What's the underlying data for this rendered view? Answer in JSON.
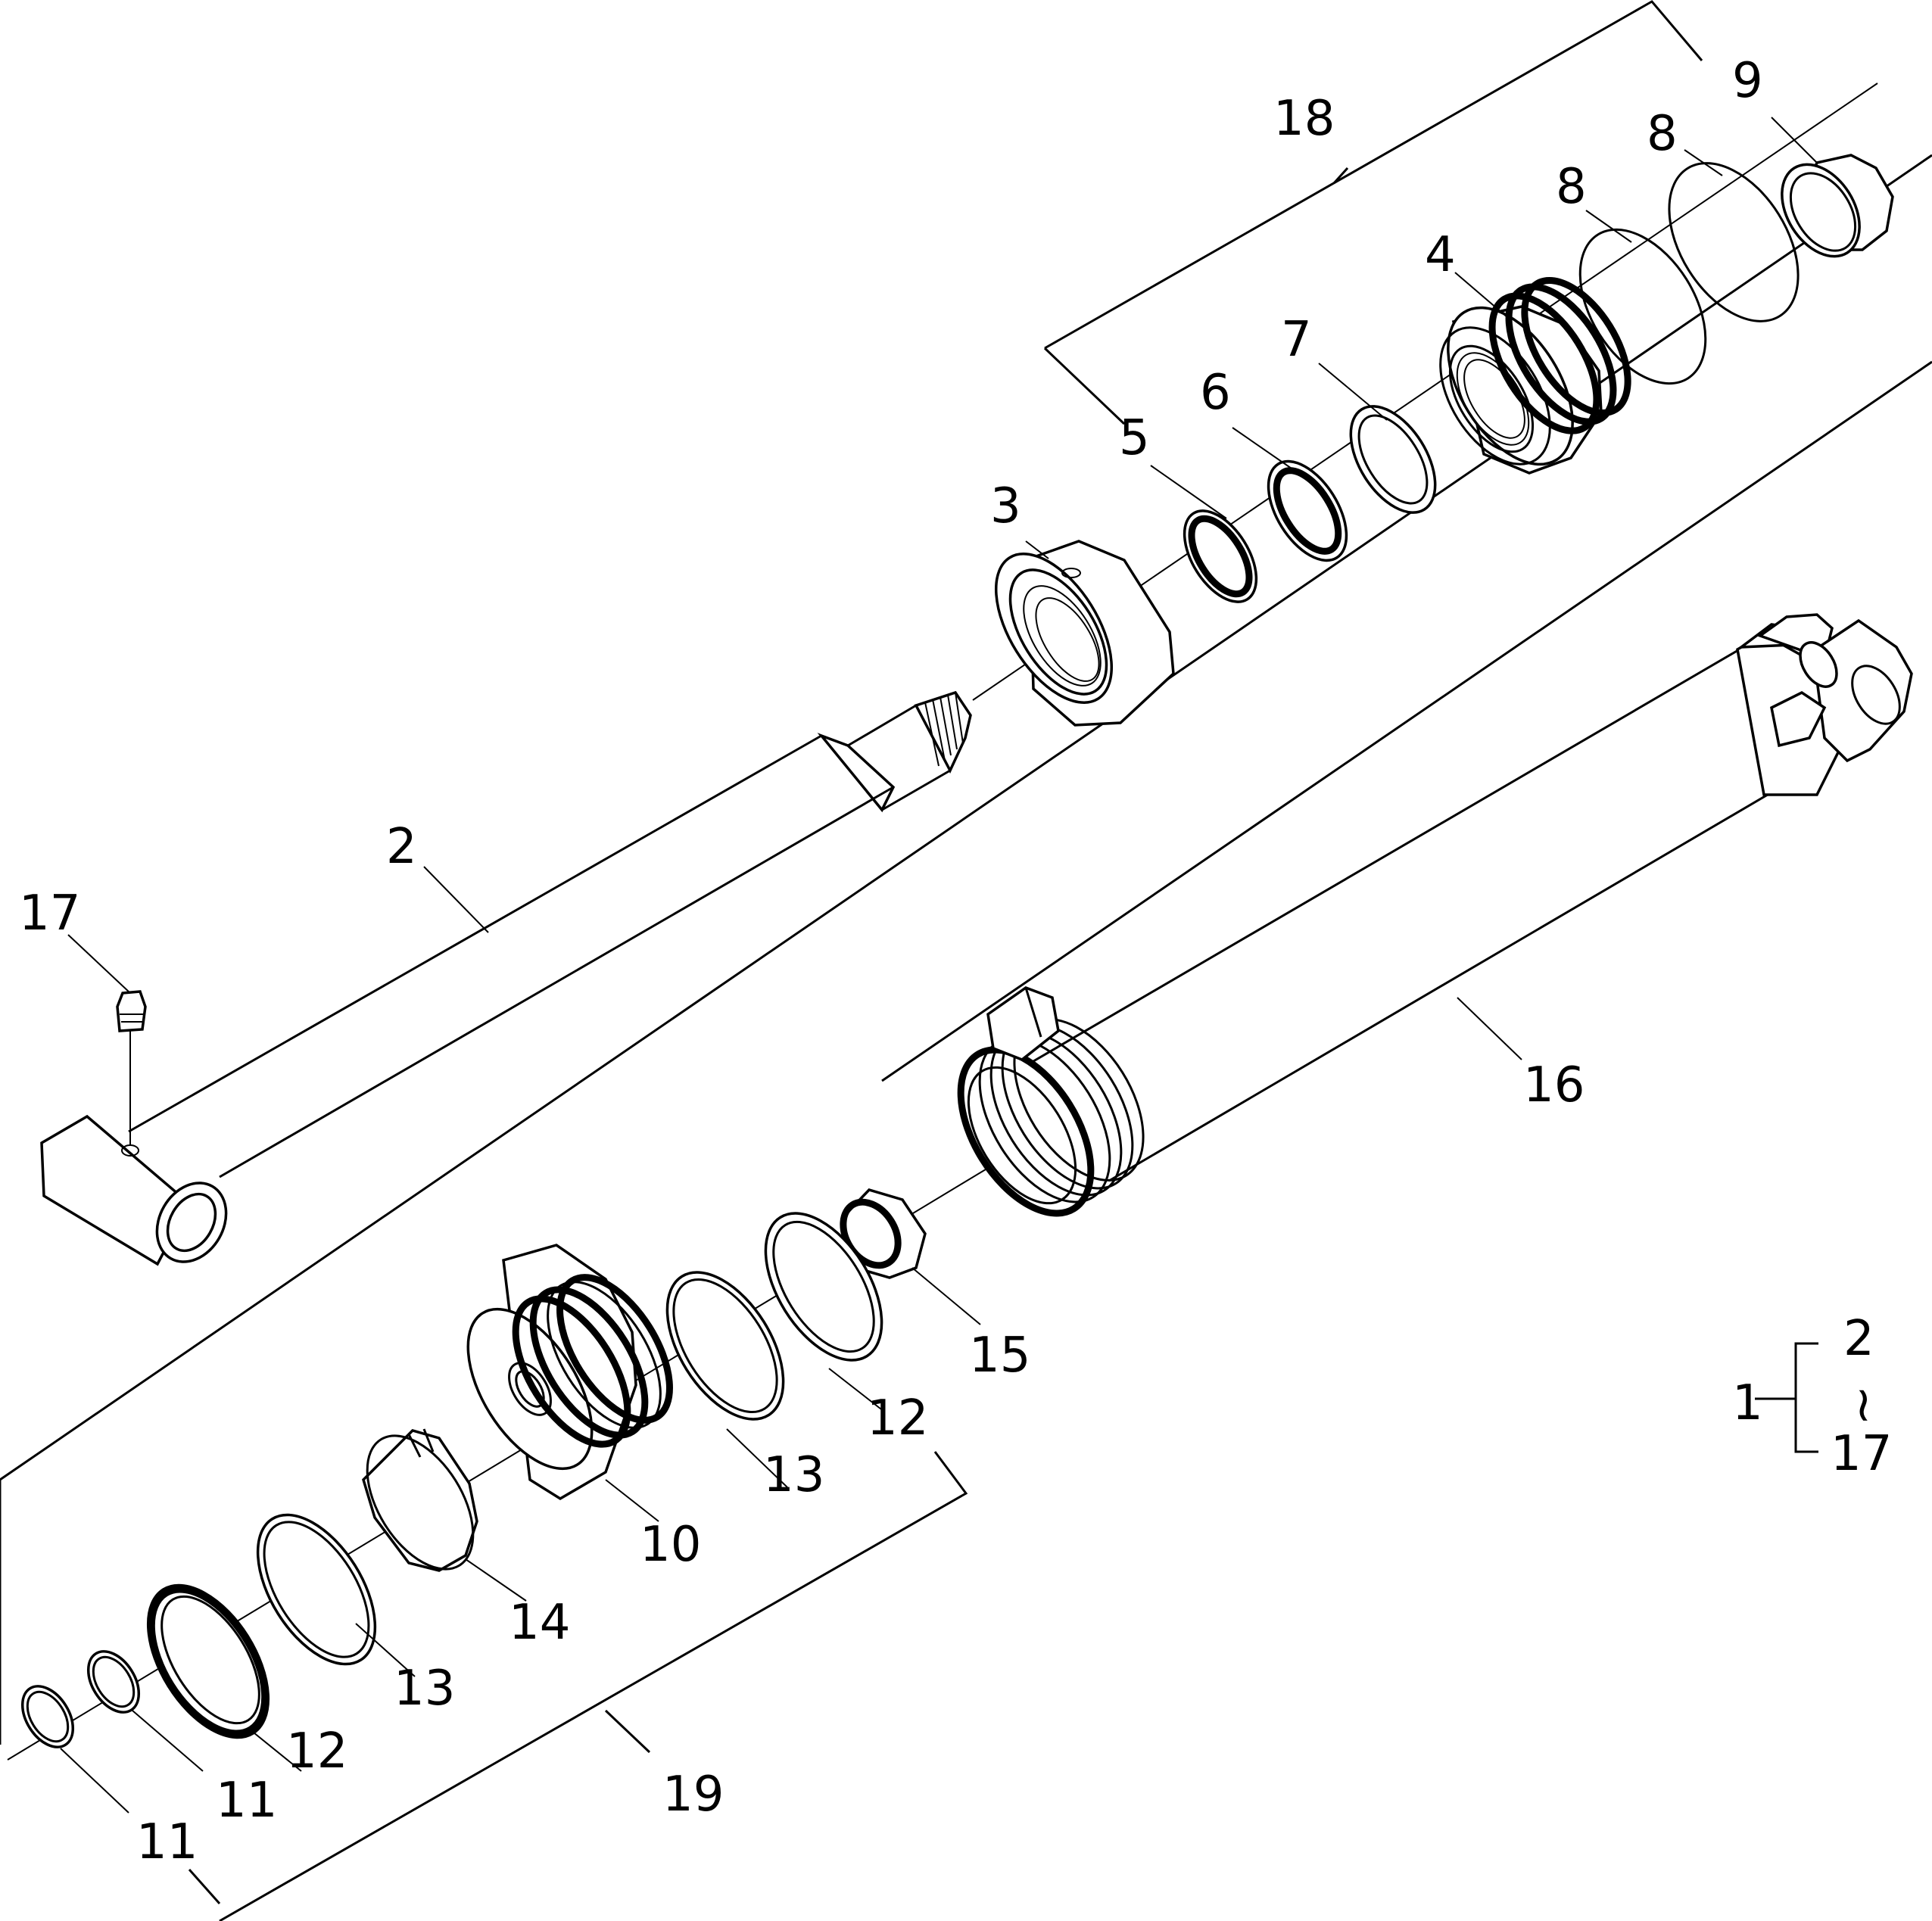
{
  "callouts": {
    "c1": "1",
    "c2": "2",
    "c3": "3",
    "c4": "4",
    "c5": "5",
    "c6": "6",
    "c7": "7",
    "c8a": "8",
    "c8b": "8",
    "c9": "9",
    "c10": "10",
    "c11a": "11",
    "c11b": "11",
    "c12a": "12",
    "c12b": "12",
    "c13a": "13",
    "c13b": "13",
    "c14": "14",
    "c15": "15",
    "c16": "16",
    "c17": "17",
    "c18": "18",
    "c19": "19"
  },
  "legend": {
    "assembly": "1",
    "from": "2",
    "tilde": "~",
    "to": "17"
  }
}
